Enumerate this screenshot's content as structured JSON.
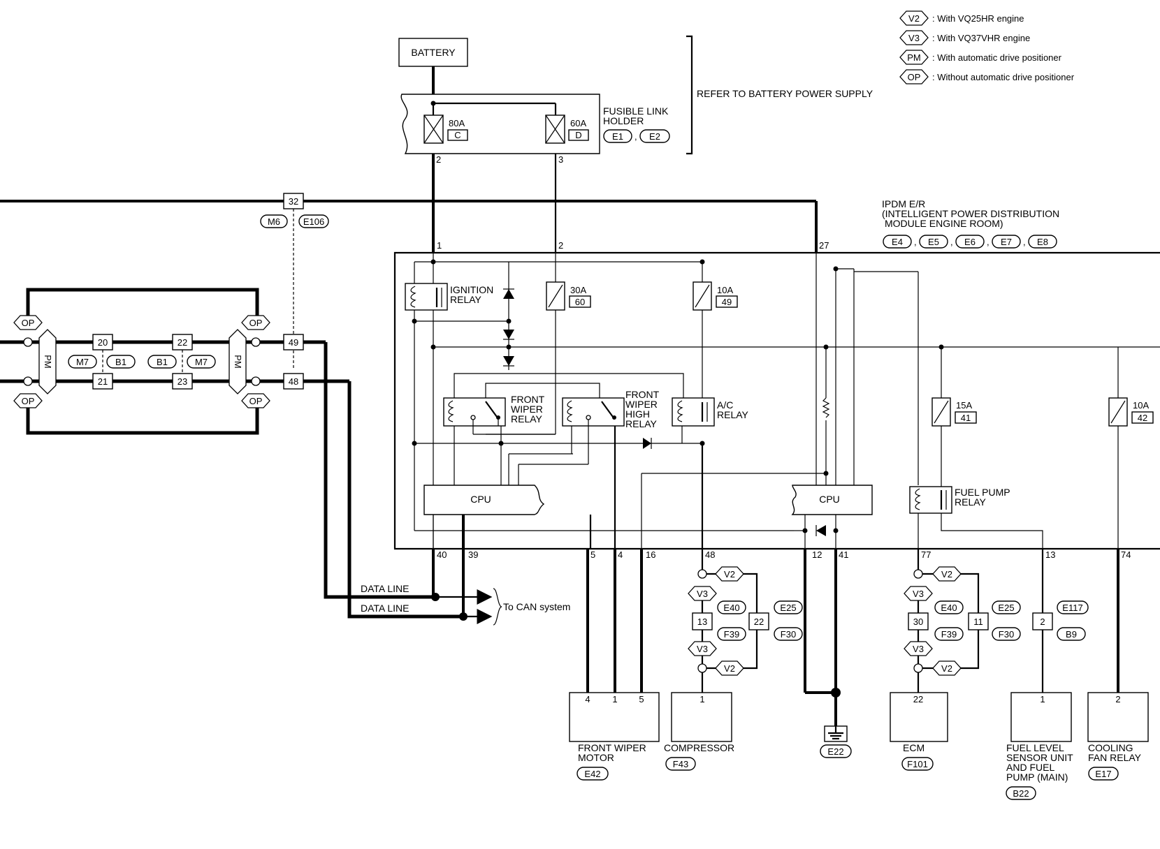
{
  "legend": [
    {
      "code": "V2",
      "desc": ": With VQ25HR engine"
    },
    {
      "code": "V3",
      "desc": ": With VQ37VHR engine"
    },
    {
      "code": "PM",
      "desc": ": With automatic drive positioner"
    },
    {
      "code": "OP",
      "desc": ": Without automatic drive positioner"
    }
  ],
  "battery": "BATTERY",
  "refer_note": "REFER TO BATTERY POWER SUPPLY",
  "fusible_link": {
    "title_1": "FUSIBLE LINK",
    "title_2": "HOLDER",
    "fuse_c_amp": "80A",
    "fuse_c_id": "C",
    "fuse_c_pin": "2",
    "fuse_d_amp": "60A",
    "fuse_d_id": "D",
    "fuse_d_pin": "3",
    "conn_1": "E1",
    "conn_2": "E2"
  },
  "ipdm": {
    "title_1": "IPDM E/R",
    "title_2": "(INTELLIGENT POWER DISTRIBUTION",
    "title_3": "MODULE ENGINE ROOM)",
    "connectors": [
      "E4",
      "E5",
      "E6",
      "E7",
      "E8"
    ],
    "top_pins": [
      "1",
      "2",
      "27"
    ],
    "bottom_pins": [
      "40",
      "39",
      "5",
      "4",
      "16",
      "48",
      "12",
      "41",
      "77",
      "13",
      "74"
    ],
    "ignition_relay": [
      "IGNITION",
      "RELAY"
    ],
    "fuse_60": {
      "amp": "30A",
      "id": "60"
    },
    "fuse_49": {
      "amp": "10A",
      "id": "49"
    },
    "fuse_41": {
      "amp": "15A",
      "id": "41"
    },
    "fuse_42": {
      "amp": "10A",
      "id": "42"
    },
    "front_wiper_relay": [
      "FRONT",
      "WIPER",
      "RELAY"
    ],
    "front_wiper_high_relay": [
      "FRONT",
      "WIPER",
      "HIGH",
      "RELAY"
    ],
    "ac_relay": [
      "A/C",
      "RELAY"
    ],
    "fuel_pump_relay": [
      "FUEL PUMP",
      "RELAY"
    ],
    "cpu_left": "CPU",
    "cpu_right": "CPU"
  },
  "joint": {
    "pin_32": "32",
    "conn_m6": "M6",
    "conn_e106": "E106",
    "pins": [
      "20",
      "22",
      "49",
      "21",
      "23",
      "48"
    ],
    "conns": [
      "M7",
      "B1",
      "B1",
      "M7"
    ],
    "pm": "PM",
    "op": "OP"
  },
  "data_line": "DATA LINE",
  "can_system": "To CAN system",
  "harness_left": {
    "v2": "V2",
    "v3": "V3",
    "pin_a": "13",
    "pin_b": "22",
    "conn_e40": "E40",
    "conn_f39": "F39",
    "conn_e25": "E25",
    "conn_f30": "F30"
  },
  "harness_right": {
    "pin_a": "30",
    "pin_b": "11",
    "conn_e40": "E40",
    "conn_f39": "F39",
    "conn_e25": "E25",
    "conn_f30": "F30"
  },
  "harness_fuel": {
    "pin": "2",
    "conn_1": "E117",
    "conn_2": "B9"
  },
  "components": {
    "wiper_motor": {
      "pins": [
        "4",
        "1",
        "5"
      ],
      "name_1": "FRONT WIPER",
      "name_2": "MOTOR",
      "conn": "E42"
    },
    "compressor": {
      "pin": "1",
      "name": "COMPRESSOR",
      "conn": "F43"
    },
    "ground": {
      "conn": "E22"
    },
    "ecm": {
      "pin": "22",
      "name": "ECM",
      "conn": "F101"
    },
    "fuel_level": {
      "pin": "1",
      "name_1": "FUEL LEVEL",
      "name_2": "SENSOR UNIT",
      "name_3": "AND FUEL",
      "name_4": "PUMP (MAIN)",
      "conn": "B22"
    },
    "cooling_fan": {
      "pin": "2",
      "name_1": "COOLING",
      "name_2": "FAN RELAY",
      "conn": "E17"
    }
  }
}
